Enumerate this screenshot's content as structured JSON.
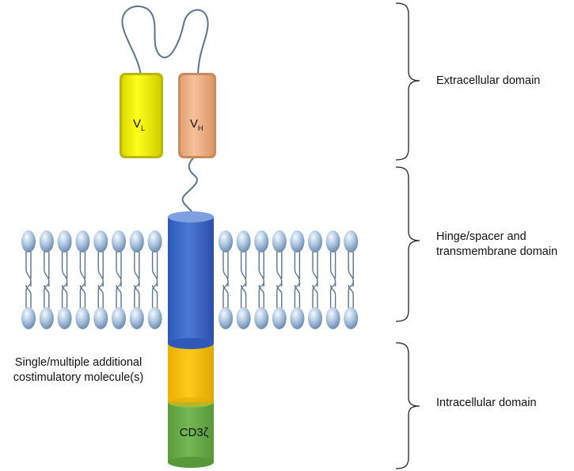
{
  "labels": {
    "extracellular": "Extracellular domain",
    "hinge_line1": "Hinge/spacer and",
    "hinge_line2": "transmembrane domain",
    "intracellular": "Intracellular domain",
    "costim_line1": "Single/multiple additional",
    "costim_line2": "costimulatory molecule(s)",
    "vl_main": "V",
    "vl_sub": "L",
    "vh_main": "V",
    "vh_sub": "H",
    "cd3": "CD3ζ"
  },
  "colors": {
    "vl_fill": "#f2f200",
    "vh_fill": "#f0b48a",
    "transmembrane": "#3f6ccc",
    "costim": "#f5c000",
    "cd3": "#6ab04c",
    "lipid_head": "#aec6e0",
    "linker": "#5a7590",
    "brace": "#222222"
  }
}
